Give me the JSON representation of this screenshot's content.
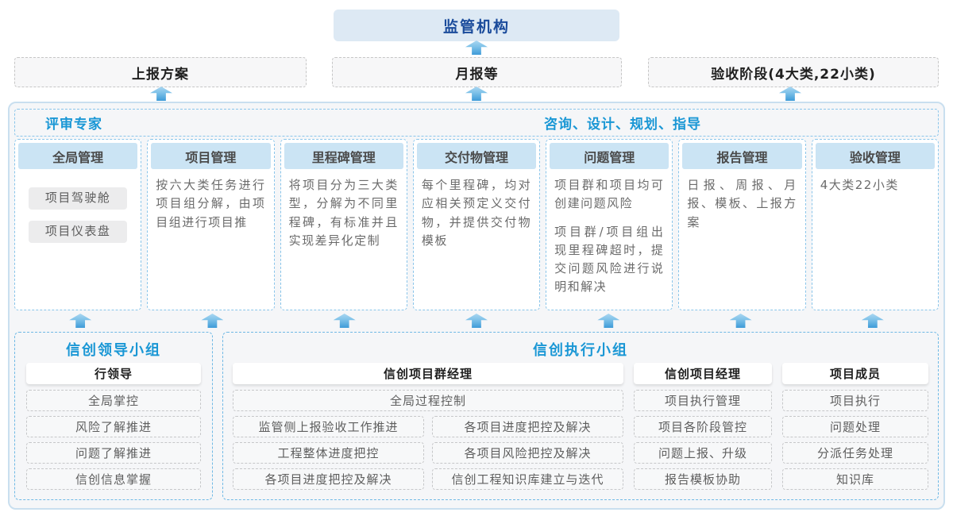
{
  "top": {
    "regulator": "监管机构",
    "flow_boxes": [
      {
        "label": "上报方案"
      },
      {
        "label": "月报等"
      },
      {
        "label": "验收阶段(4大类,22小类)"
      }
    ]
  },
  "banner": {
    "left_label": "评审专家",
    "right_label": "咨询、设计、规划、指导"
  },
  "columns": [
    {
      "title": "全局管理",
      "chips": [
        "项目驾驶舱",
        "项目仪表盘"
      ]
    },
    {
      "title": "项目管理",
      "paragraphs": [
        "按六大类任务进行项目组分解，由项目组进行项目推"
      ]
    },
    {
      "title": "里程碑管理",
      "paragraphs": [
        "将项目分为三大类型，分解为不同里程碑，有标准并且实现差异化定制"
      ]
    },
    {
      "title": "交付物管理",
      "paragraphs": [
        "每个里程碑，均对应相关预定义交付物，并提供交付物模板"
      ]
    },
    {
      "title": "问题管理",
      "paragraphs": [
        "项目群和项目均可创建问题风险",
        "项目群/项目组出现里程碑超时，提交问题风险进行说明和解决"
      ]
    },
    {
      "title": "报告管理",
      "paragraphs": [
        "日报、周报、月报、模板、上报方案"
      ]
    },
    {
      "title": "验收管理",
      "paragraphs": [
        "4大类22小类"
      ]
    }
  ],
  "groups": [
    {
      "title": "信创领导小组",
      "role": "行领导",
      "items": [
        "全局掌控",
        "风险了解推进",
        "问题了解推进",
        "信创信息掌握"
      ]
    },
    {
      "title": "信创执行小组",
      "sections": [
        {
          "role": "信创项目群经理",
          "full_item": "全局过程控制",
          "left_items": [
            "监管侧上报验收工作推进",
            "工程整体进度把控",
            "各项目进度把控及解决"
          ],
          "right_items": [
            "各项目进度把控及解决",
            "各项目风险把控及解决",
            "信创工程知识库建立与迭代"
          ]
        },
        {
          "role": "信创项目经理",
          "items": [
            "项目执行管理",
            "项目各阶段管控",
            "问题上报、升级",
            "报告模板协助"
          ]
        },
        {
          "role": "项目成员",
          "items": [
            "项目执行",
            "问题处理",
            "分派任务处理",
            "知识库"
          ]
        }
      ]
    }
  ],
  "colors": {
    "accent_blue": "#1a97d5",
    "regulator_bg": "#dde9f4",
    "regulator_text": "#1a4b9b",
    "column_header_bg": "#cbe4f4",
    "dashed_blue": "#8ac5ea",
    "container_bg": "#f5f6f8",
    "arrow_gradient_top": "#abd7f1",
    "arrow_gradient_bottom": "#3e9bd8"
  }
}
